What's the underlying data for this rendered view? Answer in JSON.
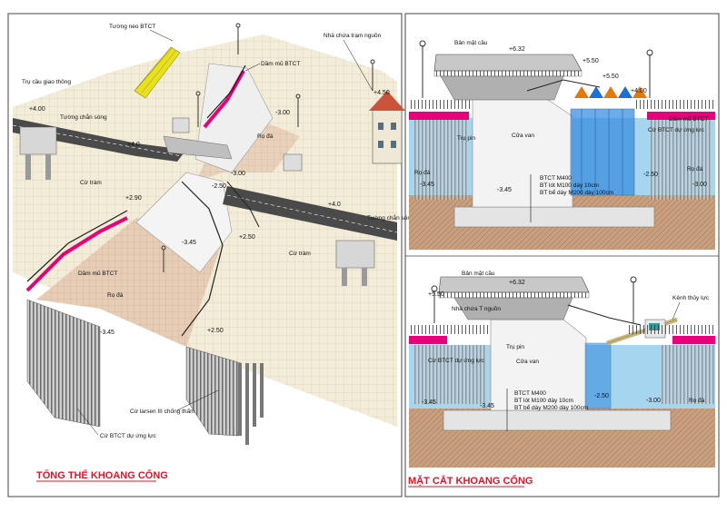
{
  "left": {
    "title": "TỔNG THỂ KHOANG CỐNG",
    "labels": {
      "tuong_neo": "Tường neo BTCT",
      "tru_cau": "Trụ cầu giao thông",
      "tuong_chan_song_1": "Tường chắn sóng",
      "dam_mu_1": "Dầm mũ BTCT",
      "nha_chua": "Nhà chứa trạm nguồn",
      "ro_da_1": "Rọ đá",
      "cu_tram_1": "Cừ tràm",
      "tuong_chan_song_2": "Tường chắn sóng",
      "cu_tram_2": "Cừ tràm",
      "dam_mu_2": "Dầm mũ BTCT",
      "ro_da_2": "Rọ đá",
      "cu_larsen": "Cừ larsen III chống thấm",
      "cu_btct": "Cừ BTCT dự ứng lực"
    },
    "elevations": {
      "e1": "+4.00",
      "e2": "+4.0",
      "e3": "+2.90",
      "e4": "-3.00",
      "e5": "-3.00",
      "e6": "-2.50",
      "e7": "+4.0",
      "e8": "+2.50",
      "e9": "-3.45",
      "e10": "-3.45",
      "e11": "+2.50",
      "e12": "+4.50"
    }
  },
  "right": {
    "title": "MẶT CẮT KHOANG CỐNG",
    "top": {
      "ban_mat_cau": "Bản mặt cầu",
      "tru_pin": "Trụ pin",
      "cua_van": "Cửa van",
      "dam_mu": "Dầm mũ BTCT",
      "cu_btct": "Cừ BTCT dự ứng lực",
      "ro_da_l": "Rọ đá",
      "ro_da_r": "Rọ đá",
      "bt1": "BTCT M400",
      "bt2": "BT lót M100 dày 10cm",
      "bt3": "BT bể dày M200 dày 100cm",
      "e_632": "+6.32",
      "e_550a": "+5.50",
      "e_550b": "+5.50",
      "e_400": "+4.00",
      "e_345a": "-3.45",
      "e_345b": "-3.45",
      "e_250": "-2.50",
      "e_300": "-3.00"
    },
    "bottom": {
      "ban_mat_cau": "Bản mặt cầu",
      "nha_chua": "Nhà chứa T nguồn",
      "kenh": "Kênh thủy lực",
      "tru_pin": "Trụ pin",
      "cua_van": "Cửa van",
      "cu_btct": "Cừ BTCT dự ứng lực",
      "ro_da": "Rọ đá",
      "bt1": "BTCT M400",
      "bt2": "BT lót M100 dày 10cm",
      "bt3": "BT bể dày M200 dày 100cm",
      "e_632": "+6.32",
      "e_550": "+5.50",
      "e_345a": "-3.45",
      "e_345b": "-3.45",
      "e_250": "-2.50",
      "e_300": "-3.00"
    }
  },
  "colors": {
    "red": "#e0142a",
    "magenta": "#e8007a",
    "water": "#9fd2ee",
    "ground": "#c49a7a",
    "tile": "#f2ead7",
    "concrete": "#e8e8e8",
    "road": "#4a4a4a",
    "yellow": "#e8e020",
    "orange": "#e07a10",
    "blue": "#1f6fd0"
  }
}
